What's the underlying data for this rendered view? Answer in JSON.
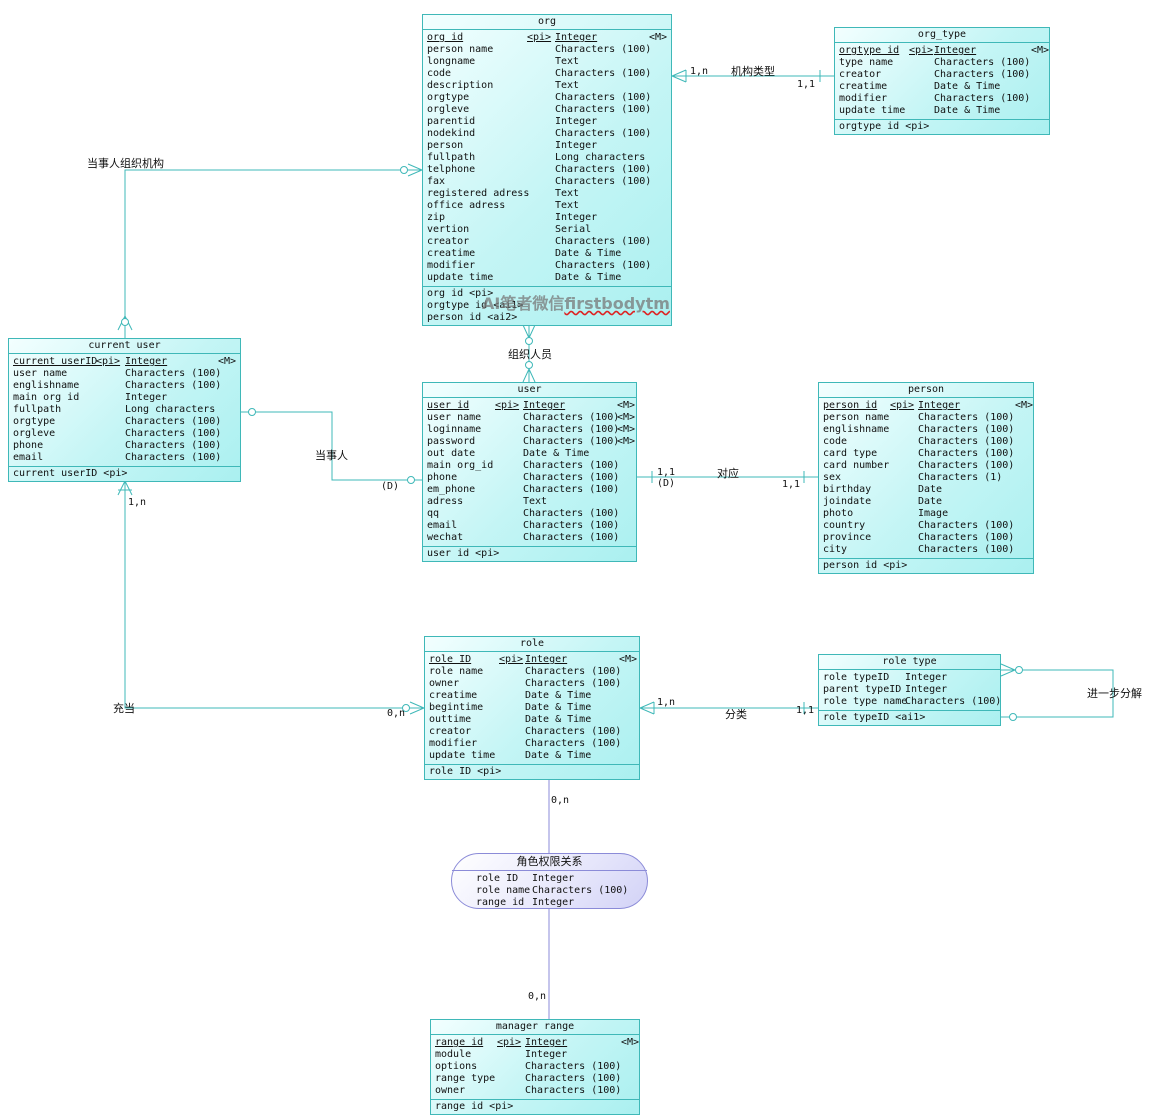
{
  "entities": [
    {
      "key": "org",
      "name": "org",
      "attributes": [
        {
          "name": "org id",
          "pi": "<pi>",
          "type": "Integer",
          "m": "<M>",
          "pk": true
        },
        {
          "name": "person name",
          "pi": "",
          "type": "Characters (100)",
          "m": ""
        },
        {
          "name": "longname",
          "pi": "",
          "type": "Text",
          "m": ""
        },
        {
          "name": "code",
          "pi": "",
          "type": "Characters (100)",
          "m": ""
        },
        {
          "name": "description",
          "pi": "",
          "type": "Text",
          "m": ""
        },
        {
          "name": "orgtype",
          "pi": "",
          "type": "Characters (100)",
          "m": ""
        },
        {
          "name": "orgleve",
          "pi": "",
          "type": "Characters (100)",
          "m": ""
        },
        {
          "name": "parentid",
          "pi": "",
          "type": "Integer",
          "m": ""
        },
        {
          "name": "nodekind",
          "pi": "",
          "type": "Characters (100)",
          "m": ""
        },
        {
          "name": "person",
          "pi": "",
          "type": "Integer",
          "m": ""
        },
        {
          "name": "fullpath",
          "pi": "",
          "type": "Long characters",
          "m": ""
        },
        {
          "name": "telphone",
          "pi": "",
          "type": "Characters (100)",
          "m": ""
        },
        {
          "name": "fax",
          "pi": "",
          "type": "Characters (100)",
          "m": ""
        },
        {
          "name": "registered adress",
          "pi": "",
          "type": "Text",
          "m": ""
        },
        {
          "name": "office adress",
          "pi": "",
          "type": "Text",
          "m": ""
        },
        {
          "name": "zip",
          "pi": "",
          "type": "Integer",
          "m": ""
        },
        {
          "name": "vertion",
          "pi": "",
          "type": "Serial",
          "m": ""
        },
        {
          "name": "creator",
          "pi": "",
          "type": "Characters (100)",
          "m": ""
        },
        {
          "name": "creatime",
          "pi": "",
          "type": "Date & Time",
          "m": ""
        },
        {
          "name": "modifier",
          "pi": "",
          "type": "Characters (100)",
          "m": ""
        },
        {
          "name": "update time",
          "pi": "",
          "type": "Date & Time",
          "m": ""
        }
      ],
      "identifiers": [
        "org id   <pi>",
        "orgtype id  <ai1>",
        "person id   <ai2>"
      ]
    },
    {
      "key": "org_type",
      "name": "org_type",
      "attributes": [
        {
          "name": "orgtype id",
          "pi": "<pi>",
          "type": "Integer",
          "m": "<M>",
          "pk": true
        },
        {
          "name": "type name",
          "pi": "",
          "type": "Characters (100)",
          "m": ""
        },
        {
          "name": "creator",
          "pi": "",
          "type": "Characters (100)",
          "m": ""
        },
        {
          "name": "creatime",
          "pi": "",
          "type": "Date & Time",
          "m": ""
        },
        {
          "name": "modifier",
          "pi": "",
          "type": "Characters (100)",
          "m": ""
        },
        {
          "name": "update time",
          "pi": "",
          "type": "Date & Time",
          "m": ""
        }
      ],
      "identifiers": [
        "orgtype id  <pi>"
      ]
    },
    {
      "key": "current_user",
      "name": "current user",
      "attributes": [
        {
          "name": "current userID",
          "pi": "<pi>",
          "type": "Integer",
          "m": "<M>",
          "pk": true
        },
        {
          "name": "user name",
          "pi": "",
          "type": "Characters (100)",
          "m": ""
        },
        {
          "name": "englishname",
          "pi": "",
          "type": "Characters (100)",
          "m": ""
        },
        {
          "name": "main org id",
          "pi": "",
          "type": "Integer",
          "m": ""
        },
        {
          "name": "fullpath",
          "pi": "",
          "type": "Long characters",
          "m": ""
        },
        {
          "name": "orgtype",
          "pi": "",
          "type": "Characters (100)",
          "m": ""
        },
        {
          "name": "orgleve",
          "pi": "",
          "type": "Characters (100)",
          "m": ""
        },
        {
          "name": "phone",
          "pi": "",
          "type": "Characters (100)",
          "m": ""
        },
        {
          "name": "email",
          "pi": "",
          "type": "Characters (100)",
          "m": ""
        }
      ],
      "identifiers": [
        "current userID  <pi>"
      ]
    },
    {
      "key": "user",
      "name": "user",
      "attributes": [
        {
          "name": "user id",
          "pi": "<pi>",
          "type": "Integer",
          "m": "<M>",
          "pk": true
        },
        {
          "name": "user name",
          "pi": "",
          "type": "Characters (100)",
          "m": "<M>"
        },
        {
          "name": "loginname",
          "pi": "",
          "type": "Characters (100)",
          "m": "<M>"
        },
        {
          "name": "password",
          "pi": "",
          "type": "Characters (100)",
          "m": "<M>"
        },
        {
          "name": "out date",
          "pi": "",
          "type": "Date & Time",
          "m": ""
        },
        {
          "name": "main org_id",
          "pi": "",
          "type": "Characters (100)",
          "m": ""
        },
        {
          "name": "phone",
          "pi": "",
          "type": "Characters (100)",
          "m": ""
        },
        {
          "name": "em_phone",
          "pi": "",
          "type": "Characters (100)",
          "m": ""
        },
        {
          "name": "adress",
          "pi": "",
          "type": "Text",
          "m": ""
        },
        {
          "name": "qq",
          "pi": "",
          "type": "Characters (100)",
          "m": ""
        },
        {
          "name": "email",
          "pi": "",
          "type": "Characters (100)",
          "m": ""
        },
        {
          "name": "wechat",
          "pi": "",
          "type": "Characters (100)",
          "m": ""
        }
      ],
      "identifiers": [
        "user id  <pi>"
      ]
    },
    {
      "key": "person",
      "name": "person",
      "attributes": [
        {
          "name": "person id",
          "pi": "<pi>",
          "type": "Integer",
          "m": "<M>",
          "pk": true
        },
        {
          "name": "person name",
          "pi": "",
          "type": "Characters (100)",
          "m": ""
        },
        {
          "name": "englishname",
          "pi": "",
          "type": "Characters (100)",
          "m": ""
        },
        {
          "name": "code",
          "pi": "",
          "type": "Characters (100)",
          "m": ""
        },
        {
          "name": "card type",
          "pi": "",
          "type": "Characters (100)",
          "m": ""
        },
        {
          "name": "card number",
          "pi": "",
          "type": "Characters (100)",
          "m": ""
        },
        {
          "name": "sex",
          "pi": "",
          "type": "Characters (1)",
          "m": ""
        },
        {
          "name": "birthday",
          "pi": "",
          "type": "Date",
          "m": ""
        },
        {
          "name": "joindate",
          "pi": "",
          "type": "Date",
          "m": ""
        },
        {
          "name": "photo",
          "pi": "",
          "type": "Image",
          "m": ""
        },
        {
          "name": "country",
          "pi": "",
          "type": "Characters (100)",
          "m": ""
        },
        {
          "name": "province",
          "pi": "",
          "type": "Characters (100)",
          "m": ""
        },
        {
          "name": "city",
          "pi": "",
          "type": "Characters (100)",
          "m": ""
        }
      ],
      "identifiers": [
        "person id  <pi>"
      ]
    },
    {
      "key": "role",
      "name": "role",
      "attributes": [
        {
          "name": "role ID",
          "pi": "<pi>",
          "type": "Integer",
          "m": "<M>",
          "pk": true
        },
        {
          "name": "role name",
          "pi": "",
          "type": "Characters (100)",
          "m": ""
        },
        {
          "name": "owner",
          "pi": "",
          "type": "Characters (100)",
          "m": ""
        },
        {
          "name": "creatime",
          "pi": "",
          "type": "Date & Time",
          "m": ""
        },
        {
          "name": "begintime",
          "pi": "",
          "type": "Date & Time",
          "m": ""
        },
        {
          "name": "outtime",
          "pi": "",
          "type": "Date & Time",
          "m": ""
        },
        {
          "name": "creator",
          "pi": "",
          "type": "Characters (100)",
          "m": ""
        },
        {
          "name": "modifier",
          "pi": "",
          "type": "Characters (100)",
          "m": ""
        },
        {
          "name": "update time",
          "pi": "",
          "type": "Date & Time",
          "m": ""
        }
      ],
      "identifiers": [
        "role ID  <pi>"
      ]
    },
    {
      "key": "role_type",
      "name": "role type",
      "attributes": [
        {
          "name": "role typeID",
          "pi": "",
          "type": "Integer",
          "m": ""
        },
        {
          "name": "parent typeID",
          "pi": "",
          "type": "Integer",
          "m": ""
        },
        {
          "name": "role type name",
          "pi": "",
          "type": "Characters (100)",
          "m": ""
        }
      ],
      "identifiers": [
        "role typeID  <ai1>"
      ]
    },
    {
      "key": "manager_range",
      "name": "manager range",
      "attributes": [
        {
          "name": "range id",
          "pi": "<pi>",
          "type": "Integer",
          "m": "<M>",
          "pk": true
        },
        {
          "name": "module",
          "pi": "",
          "type": "Integer",
          "m": ""
        },
        {
          "name": "options",
          "pi": "",
          "type": "Characters (100)",
          "m": ""
        },
        {
          "name": "range type",
          "pi": "",
          "type": "Characters (100)",
          "m": ""
        },
        {
          "name": "owner",
          "pi": "",
          "type": "Characters (100)",
          "m": ""
        }
      ],
      "identifiers": [
        "range id  <pi>"
      ]
    }
  ],
  "association": {
    "name": "角色权限关系",
    "attributes": [
      {
        "name": "role ID",
        "type": "Integer"
      },
      {
        "name": "role name",
        "type": "Characters (100)"
      },
      {
        "name": "range id",
        "type": "Integer"
      }
    ]
  },
  "relationships": {
    "org_orgtype": {
      "label": "机构类型",
      "card_a": "1,n",
      "card_b": "1,1"
    },
    "current_org": {
      "label": "当事人组织机构"
    },
    "org_user": {
      "label": "组织人员"
    },
    "current_user_rel": {
      "label": "当事人",
      "card_a": "(D)"
    },
    "user_person": {
      "label": "对应",
      "card_a": "1,1",
      "card_a2": "(D)",
      "card_b": "1,1"
    },
    "current_role": {
      "label": "充当",
      "card_a": "1,n",
      "card_b": "0,n"
    },
    "role_roletype": {
      "label": "分类",
      "card_a": "1,n",
      "card_b": "1,1"
    },
    "roletype_self": {
      "label": "进一步分解"
    },
    "role_range": {
      "card_a": "0,n",
      "card_b": "0,n"
    }
  },
  "watermark": {
    "prefix": "AI笔者微信",
    "handle": "firstbodytm"
  }
}
